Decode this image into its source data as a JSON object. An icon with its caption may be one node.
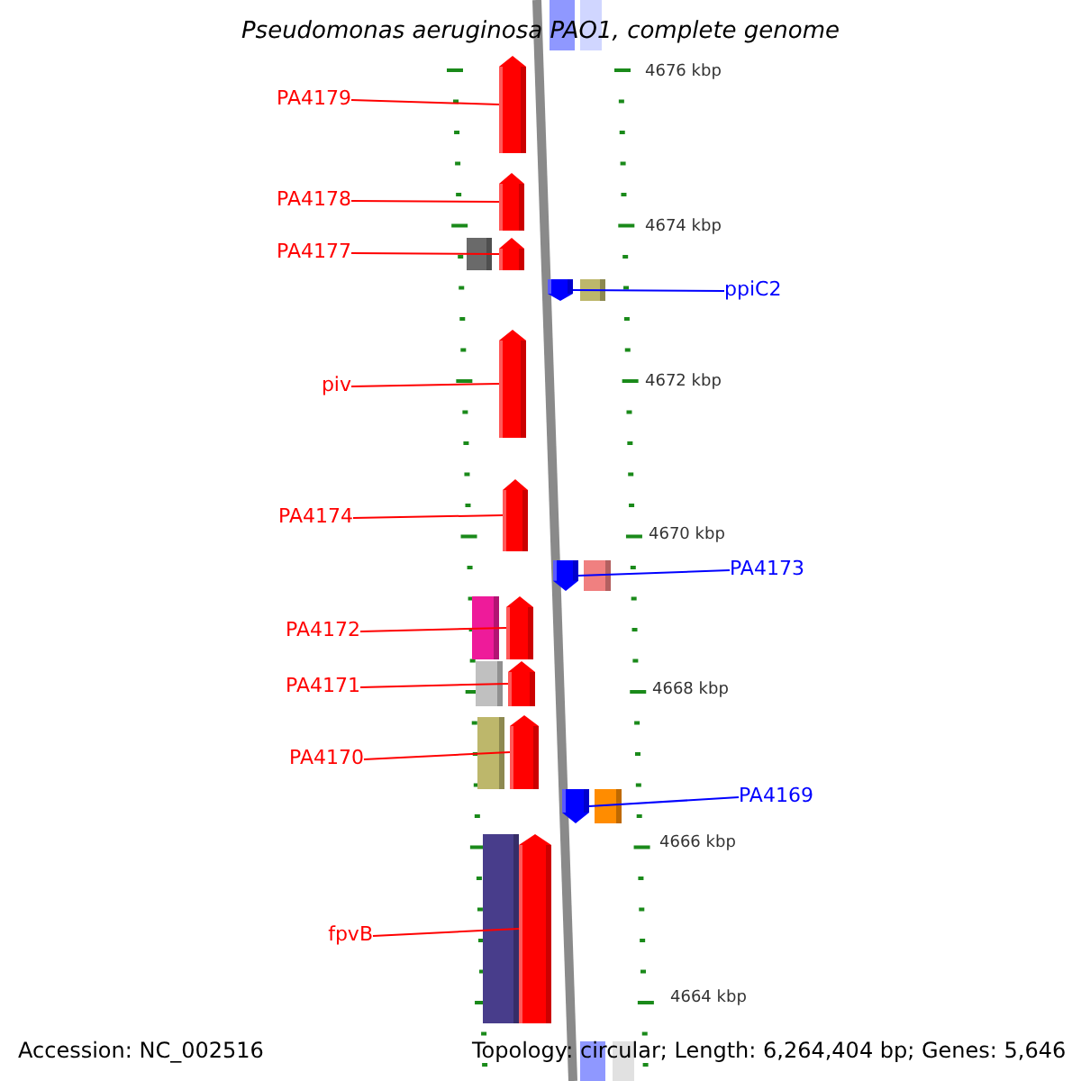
{
  "diagram": {
    "title": "Pseudomonas aeruginosa PAO1, complete genome",
    "nodes": [
      {
        "text": [
          "PA4179"
        ]
      },
      {
        "text": [],
        "shape": "arrow"
      },
      {
        "text": [
          "PA4178"
        ]
      },
      {
        "text": [],
        "shape": "arrow"
      },
      {
        "text": [
          "PA4177"
        ]
      },
      {
        "text": [],
        "shape": "arrow"
      },
      {
        "text": [
          "ppiC2"
        ]
      },
      {
        "text": [],
        "shape": "arrow"
      },
      {
        "text": [
          "piv"
        ]
      },
      {
        "text": [],
        "shape": "arrow"
      },
      {
        "text": [
          "PA4174"
        ]
      },
      {
        "text": [],
        "shape": "arrow"
      },
      {
        "text": [
          "PA4173"
        ]
      },
      {
        "text": [],
        "shape": "arrow"
      },
      {
        "text": [
          "PA4172"
        ]
      },
      {
        "text": [],
        "shape": "arrow"
      },
      {
        "text": [
          "PA4171"
        ]
      },
      {
        "text": [],
        "shape": "arrow"
      },
      {
        "text": [
          "PA4170"
        ]
      },
      {
        "text": [],
        "shape": "arrow"
      },
      {
        "text": [
          "PA4169"
        ]
      },
      {
        "text": [],
        "shape": "arrow"
      },
      {
        "text": [
          "fpvB"
        ]
      },
      {
        "text": [],
        "shape": "arrow"
      }
    ],
    "edges": [
      {
        "from": 0,
        "to": 1,
        "arrow": "none"
      },
      {
        "from": 2,
        "to": 3,
        "arrow": "none"
      },
      {
        "from": 4,
        "to": 5,
        "arrow": "none"
      },
      {
        "from": 6,
        "to": 7,
        "arrow": "none",
        "color": "#0000ff"
      },
      {
        "from": 8,
        "to": 9,
        "arrow": "none"
      },
      {
        "from": 10,
        "to": 11,
        "arrow": "none"
      },
      {
        "from": 12,
        "to": 13,
        "arrow": "none",
        "color": "#0000ff"
      },
      {
        "from": 14,
        "to": 15,
        "arrow": "none"
      },
      {
        "from": 16,
        "to": 17,
        "arrow": "none"
      },
      {
        "from": 18,
        "to": 19,
        "arrow": "none"
      },
      {
        "from": 20,
        "to": 21,
        "arrow": "none",
        "color": "#0000ff"
      },
      {
        "from": 22,
        "to": 23,
        "arrow": "none"
      }
    ],
    "labels": [
      "4676 kbp",
      "4674 kbp",
      "4672 kbp",
      "4670 kbp",
      "4668 kbp",
      "4666 kbp",
      "4664 kbp",
      "Accession: NC_002516",
      "Topology: circular; Length: 6,264,404 bp; Genes: 5,646"
    ]
  }
}
